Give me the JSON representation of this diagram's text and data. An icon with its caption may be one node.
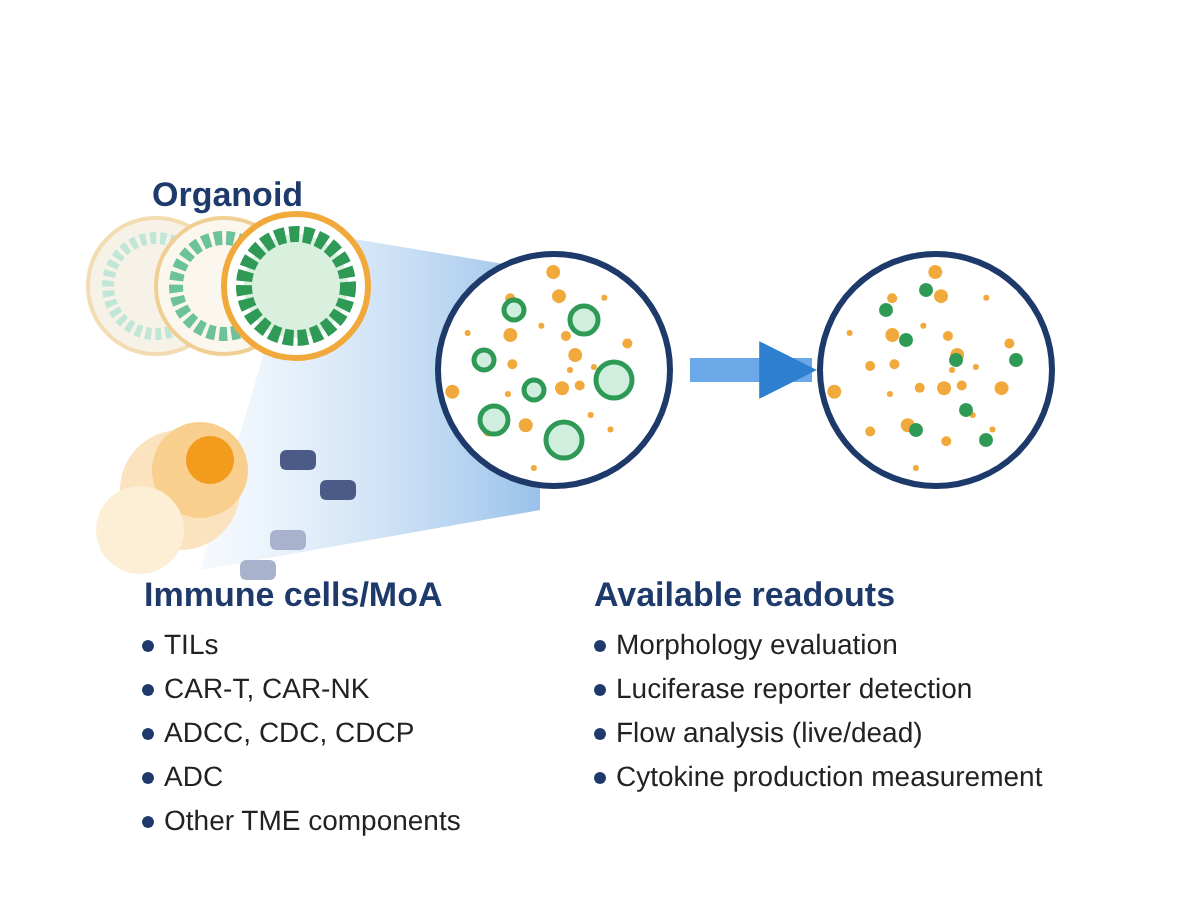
{
  "diagram": {
    "nodes": [
      {
        "text": [],
        "shape": "picture"
      },
      {
        "text": [],
        "shape": "picture"
      }
    ],
    "edges": [
      {
        "from": 0,
        "to": 1,
        "arrow": "to"
      }
    ],
    "labels": [
      "Organoid",
      "Immune cells/MoA",
      "TILs",
      "CAR-T, CAR-NK",
      "ADCC, CDC, CDCP",
      "ADC",
      "Other TME components",
      "Available readouts",
      "Morphology evaluation",
      "Luciferase reporter detection",
      "Flow analysis (live/dead)",
      "Cytokine production measurement"
    ]
  }
}
